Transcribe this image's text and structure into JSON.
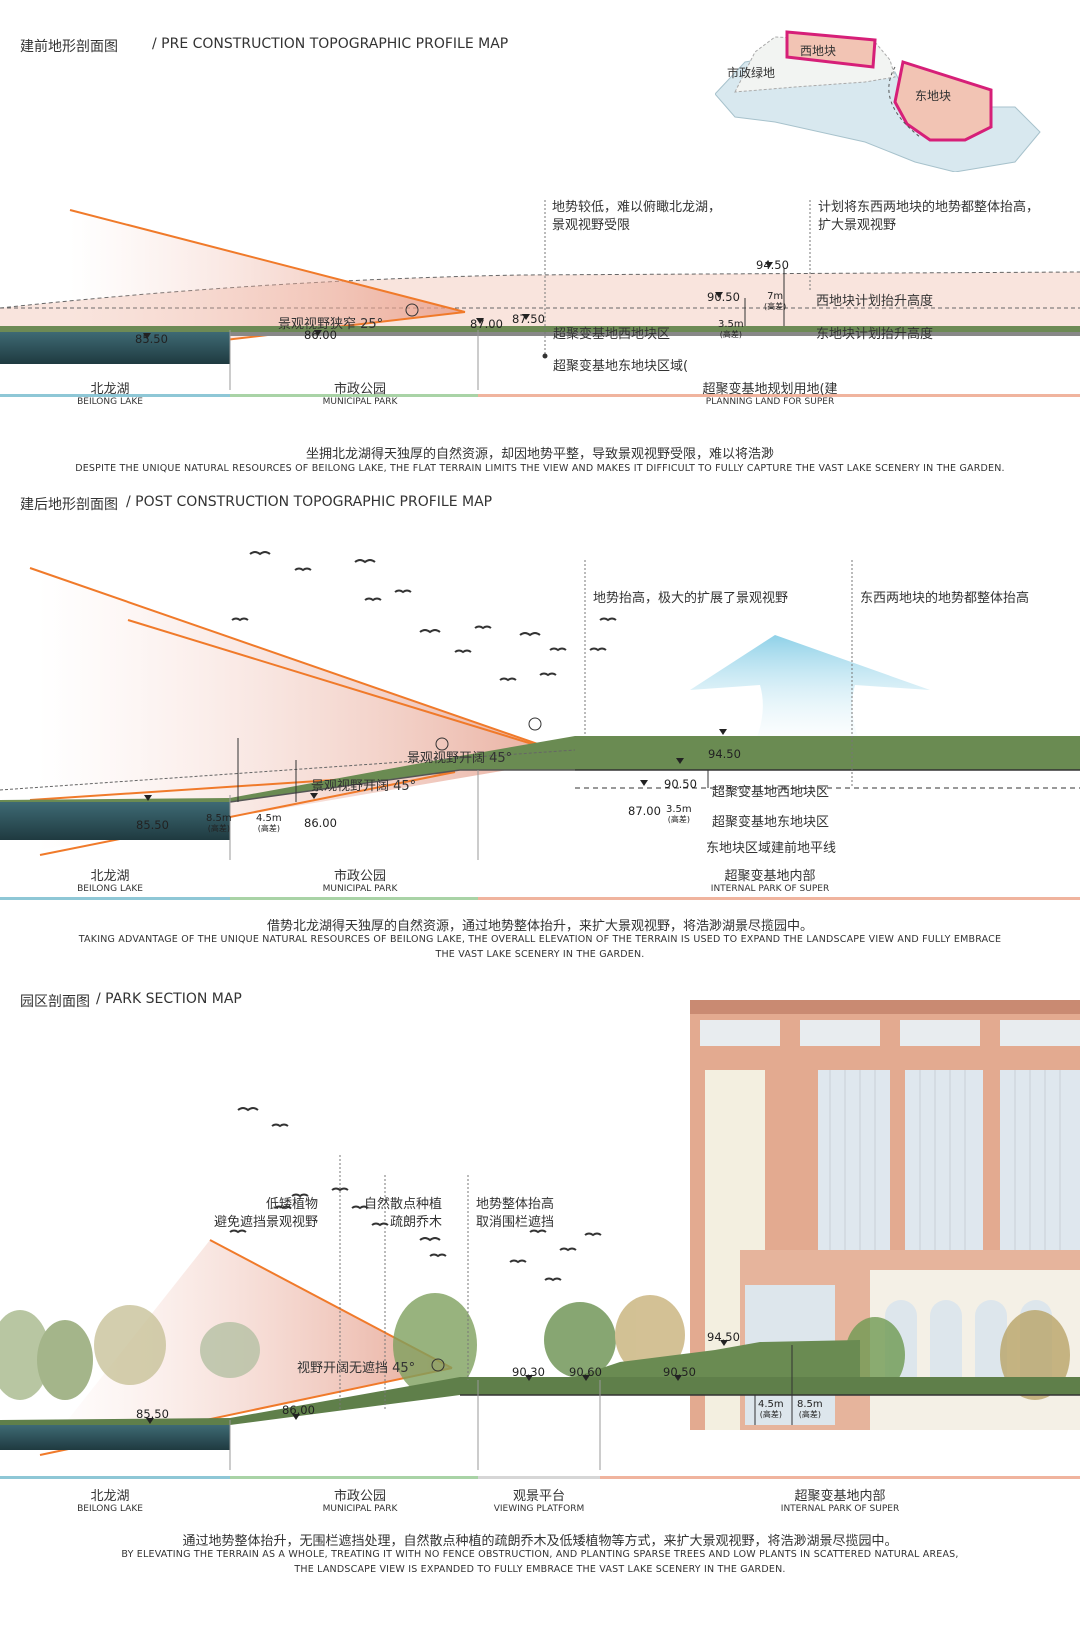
{
  "section1": {
    "title_cn": "建前地形剖面图",
    "title_en": "/ PRE CONSTRUCTION TOPOGRAPHIC PROFILE MAP",
    "keymap": {
      "west": "西地块",
      "park": "市政绿地",
      "east": "东地块"
    },
    "note_left": [
      "地势较低，难以俯瞰北龙湖，",
      "景观视野受限"
    ],
    "note_right": [
      "计划将东西两地块的地势都整体抬高，",
      "扩大景观视野"
    ],
    "angle_label": "景观视野狭窄 25°",
    "elevations": {
      "e9450": "94.50",
      "e9050": "90.50",
      "e8750": "87.50",
      "e8700": "87.00",
      "e8600": "86.00",
      "e8550": "85.50"
    },
    "height_7m": "7m",
    "height_35m": "3.5m",
    "height_note": "(高差)",
    "labels": {
      "west_raise": "西地块计划抬升高度",
      "east_raise": "东地块计划抬升高度",
      "west_plot": "超聚变基地西地块区",
      "east_plot": "超聚变基地东地块区域("
    },
    "zones": [
      {
        "cn": "北龙湖",
        "en": "BEILONG LAKE"
      },
      {
        "cn": "市政公园",
        "en": "MUNICIPAL PARK"
      },
      {
        "cn": "超聚变基地规划用地(建",
        "en": "PLANNING LAND FOR SUPER"
      }
    ],
    "caption_cn": "坐拥北龙湖得天独厚的自然资源，却因地势平整，导致景观视野受限，难以将浩渺",
    "caption_en": "DESPITE THE UNIQUE NATURAL RESOURCES OF BEILONG LAKE, THE FLAT TERRAIN LIMITS THE VIEW AND MAKES IT DIFFICULT TO FULLY CAPTURE THE VAST LAKE SCENERY IN THE GARDEN."
  },
  "section2": {
    "title_cn": "建后地形剖面图",
    "title_en": "/ POST CONSTRUCTION TOPOGRAPHIC PROFILE MAP",
    "note_left": "地势抬高，极大的扩展了景观视野",
    "note_right": "东西两地块的地势都整体抬高",
    "angle_upper": "景观视野开阔 45°",
    "angle_lower": "景观视野开阔 45°",
    "elevations": {
      "e9450": "94.50",
      "e9050": "90.50",
      "e8700": "87.00",
      "e8600": "86.00",
      "e8550": "85.50"
    },
    "h85": "8.5m",
    "h45": "4.5m",
    "h35": "3.5m",
    "height_note": "(高差)",
    "labels": {
      "west_plot": "超聚变基地西地块区",
      "east_plot": "超聚变基地东地块区",
      "east_base": "东地块区域建前地平线"
    },
    "zones": [
      {
        "cn": "北龙湖",
        "en": "BEILONG LAKE"
      },
      {
        "cn": "市政公园",
        "en": "MUNICIPAL PARK"
      },
      {
        "cn": "超聚变基地内部",
        "en": "INTERNAL PARK OF SUPER"
      }
    ],
    "caption_cn": "借势北龙湖得天独厚的自然资源，通过地势整体抬升，来扩大景观视野，将浩渺湖景尽揽园中。",
    "caption_en1": "TAKING ADVANTAGE OF THE UNIQUE NATURAL RESOURCES OF BEILONG LAKE, THE OVERALL ELEVATION OF THE TERRAIN IS USED TO EXPAND THE LANDSCAPE VIEW AND FULLY EMBRACE",
    "caption_en2": "THE VAST LAKE SCENERY IN THE GARDEN."
  },
  "section3": {
    "title_cn": "园区剖面图",
    "title_en": "/ PARK SECTION MAP",
    "note1": [
      "低矮植物",
      "避免遮挡景观视野"
    ],
    "note2": [
      "自然散点种植",
      "疏朗乔木"
    ],
    "note3": [
      "地势整体抬高",
      "取消围栏遮挡"
    ],
    "angle_label": "视野开阔无遮挡 45°",
    "elevations": {
      "e9450": "94.50",
      "e9050": "90.50",
      "e9060": "90.60",
      "e9030": "90.30",
      "e8600": "86.00",
      "e8550": "85.50"
    },
    "h45": "4.5m",
    "h85": "8.5m",
    "height_note": "(高差)",
    "zones": [
      {
        "cn": "北龙湖",
        "en": "BEILONG LAKE"
      },
      {
        "cn": "市政公园",
        "en": "MUNICIPAL PARK"
      },
      {
        "cn": "观景平台",
        "en": "VIEWING PLATFORM"
      },
      {
        "cn": "超聚变基地内部",
        "en": "INTERNAL PARK OF SUPER"
      }
    ],
    "caption_cn": "通过地势整体抬升，无围栏遮挡处理，自然散点种植的疏朗乔木及低矮植物等方式，来扩大景观视野，将浩渺湖景尽揽园中。",
    "caption_en1": "BY ELEVATING THE TERRAIN AS A WHOLE, TREATING IT WITH NO FENCE OBSTRUCTION, AND PLANTING SPARSE TREES AND LOW PLANTS IN SCATTERED NATURAL AREAS,",
    "caption_en2": "THE LANDSCAPE VIEW IS EXPANDED TO FULLY EMBRACE THE VAST LAKE SCENERY IN THE GARDEN."
  },
  "colors": {
    "lake": "#2c4a52",
    "grass": "#5f7f4a",
    "orange": "#f07a2a",
    "pink": "#f3c8bd",
    "magenta": "#d61f78"
  }
}
